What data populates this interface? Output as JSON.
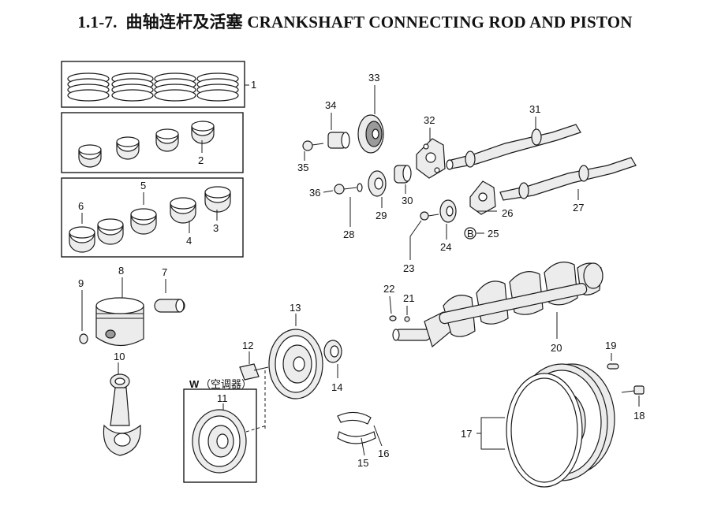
{
  "title": {
    "number": "1.1-7.",
    "chinese": "曲轴连杆及活塞",
    "english": "CRANKSHAFT CONNECTING ROD AND PISTON"
  },
  "ac_note": {
    "letter": "W",
    "text": "（空调器）"
  },
  "callouts": [
    "1",
    "2",
    "3",
    "4",
    "5",
    "6",
    "7",
    "8",
    "9",
    "10",
    "11",
    "12",
    "13",
    "14",
    "15",
    "16",
    "17",
    "18",
    "19",
    "20",
    "21",
    "22",
    "23",
    "24",
    "25",
    "26",
    "27",
    "28",
    "29",
    "30",
    "31",
    "32",
    "33",
    "34",
    "35",
    "36"
  ],
  "marker_b": "B",
  "icons": [
    "piston-ring-icon",
    "bearing-shell-icon",
    "piston-icon",
    "connecting-rod-icon",
    "pulley-icon",
    "gear-icon",
    "balance-shaft-icon",
    "crankshaft-icon",
    "flywheel-icon",
    "bolt-icon"
  ]
}
